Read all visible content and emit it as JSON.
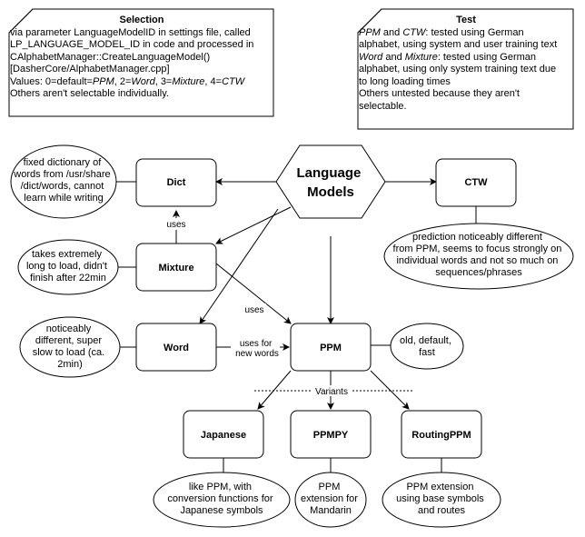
{
  "notes": {
    "selection": {
      "title": "Selection",
      "lines": [
        [
          {
            "t": "via parameter LanguageModelID in settings file, called"
          }
        ],
        [
          {
            "t": "LP_LANGUAGE_MODEL_ID in code and processed in"
          }
        ],
        [
          {
            "t": "CAlphabetManager::CreateLanguageModel()"
          }
        ],
        [
          {
            "t": "[DasherCore/AlphabetManager.cpp]"
          }
        ],
        [
          {
            "t": "Values: 0=default="
          },
          {
            "t": "PPM",
            "i": true
          },
          {
            "t": ", 2="
          },
          {
            "t": "Word",
            "i": true
          },
          {
            "t": ", 3="
          },
          {
            "t": "Mixture",
            "i": true
          },
          {
            "t": ", 4="
          },
          {
            "t": "CTW",
            "i": true
          }
        ],
        [
          {
            "t": "Others aren't selectable individually."
          }
        ]
      ]
    },
    "test": {
      "title": "Test",
      "lines": [
        [
          {
            "t": "PPM",
            "i": true
          },
          {
            "t": " and "
          },
          {
            "t": "CTW",
            "i": true
          },
          {
            "t": ": tested using German"
          }
        ],
        [
          {
            "t": "alphabet, using system and user training text"
          }
        ],
        [
          {
            "t": "Word",
            "i": true
          },
          {
            "t": " and "
          },
          {
            "t": "Mixture",
            "i": true
          },
          {
            "t": ": tested using German"
          }
        ],
        [
          {
            "t": "alphabet, using only system training text due"
          }
        ],
        [
          {
            "t": "to long loading times"
          }
        ],
        [
          {
            "t": "Others untested because they aren't"
          }
        ],
        [
          {
            "t": "selectable."
          }
        ]
      ]
    }
  },
  "nodes": {
    "language_models": [
      "Language",
      "Models"
    ],
    "dict": "Dict",
    "ctw": "CTW",
    "mixture": "Mixture",
    "word": "Word",
    "ppm": "PPM",
    "japanese": "Japanese",
    "ppmpy": "PPMPY",
    "routingppm": "RoutingPPM"
  },
  "descriptions": {
    "dict": [
      "fixed dictionary of",
      "words from /usr/share",
      "/dict/words, cannot",
      "learn while writing"
    ],
    "ctw": [
      "prediction noticeably different",
      "from PPM, seems to focus strongly on",
      "individual words and not so much on",
      "sequences/phrases"
    ],
    "mixture": [
      "takes extremely",
      "long to load, didn't",
      "finish after 22min"
    ],
    "word": [
      "noticeably",
      "different, super",
      "slow to load (ca.",
      "2min)"
    ],
    "ppm": [
      "old, default,",
      "fast"
    ],
    "japanese": [
      "like PPM, with",
      "conversion functions for",
      "Japanese symbols"
    ],
    "ppmpy": [
      "PPM",
      "extension for",
      "Mandarin"
    ],
    "routingppm": [
      "PPM extension",
      "using base symbols",
      "and routes"
    ]
  },
  "edge_labels": {
    "mixture_dict": "uses",
    "mixture_ppm": "uses",
    "word_ppm": [
      "uses for",
      "new words"
    ],
    "variants": "Variants"
  }
}
